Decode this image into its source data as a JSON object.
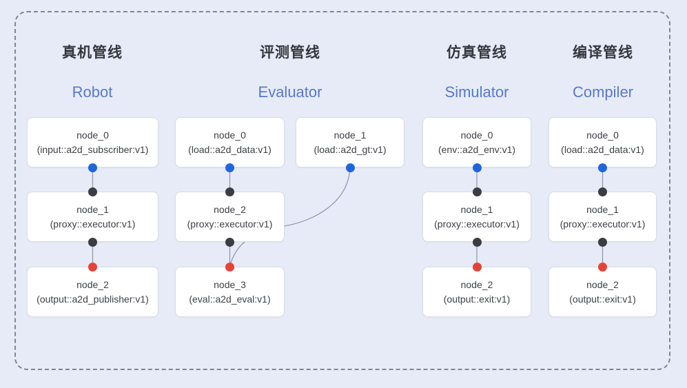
{
  "diagram": {
    "pipelines": [
      {
        "title": "真机管线",
        "subtitle": "Robot",
        "nodes": [
          {
            "name": "node_0",
            "type": "(input::a2d_subscriber:v1)"
          },
          {
            "name": "node_1",
            "type": "(proxy::executor:v1)"
          },
          {
            "name": "node_2",
            "type": "(output::a2d_publisher:v1)"
          }
        ]
      },
      {
        "title": "评测管线",
        "subtitle": "Evaluator",
        "nodes": [
          {
            "name": "node_0",
            "type": "(load::a2d_data:v1)"
          },
          {
            "name": "node_1",
            "type": "(load::a2d_gt:v1)"
          },
          {
            "name": "node_2",
            "type": "(proxy::executor:v1)"
          },
          {
            "name": "node_3",
            "type": "(eval::a2d_eval:v1)"
          }
        ]
      },
      {
        "title": "仿真管线",
        "subtitle": "Simulator",
        "nodes": [
          {
            "name": "node_0",
            "type": "(env::a2d_env:v1)"
          },
          {
            "name": "node_1",
            "type": "(proxy::executor:v1)"
          },
          {
            "name": "node_2",
            "type": "(output::exit:v1)"
          }
        ]
      },
      {
        "title": "编译管线",
        "subtitle": "Compiler",
        "nodes": [
          {
            "name": "node_0",
            "type": "(load::a2d_data:v1)"
          },
          {
            "name": "node_1",
            "type": "(proxy::executor:v1)"
          },
          {
            "name": "node_2",
            "type": "(output::exit:v1)"
          }
        ]
      }
    ],
    "colors": {
      "background": "#e7ebf7",
      "dashed_border": "#7e8591",
      "box_bg": "#ffffff",
      "box_border": "#d9dde4",
      "node_text": "#3c3f45",
      "title_text": "#34373d",
      "subtitle_blue": "#5878c8",
      "port_blue": "#1f66d9",
      "port_black": "#3a3d41",
      "port_red": "#e64338",
      "edge": "#8b94a6"
    }
  }
}
